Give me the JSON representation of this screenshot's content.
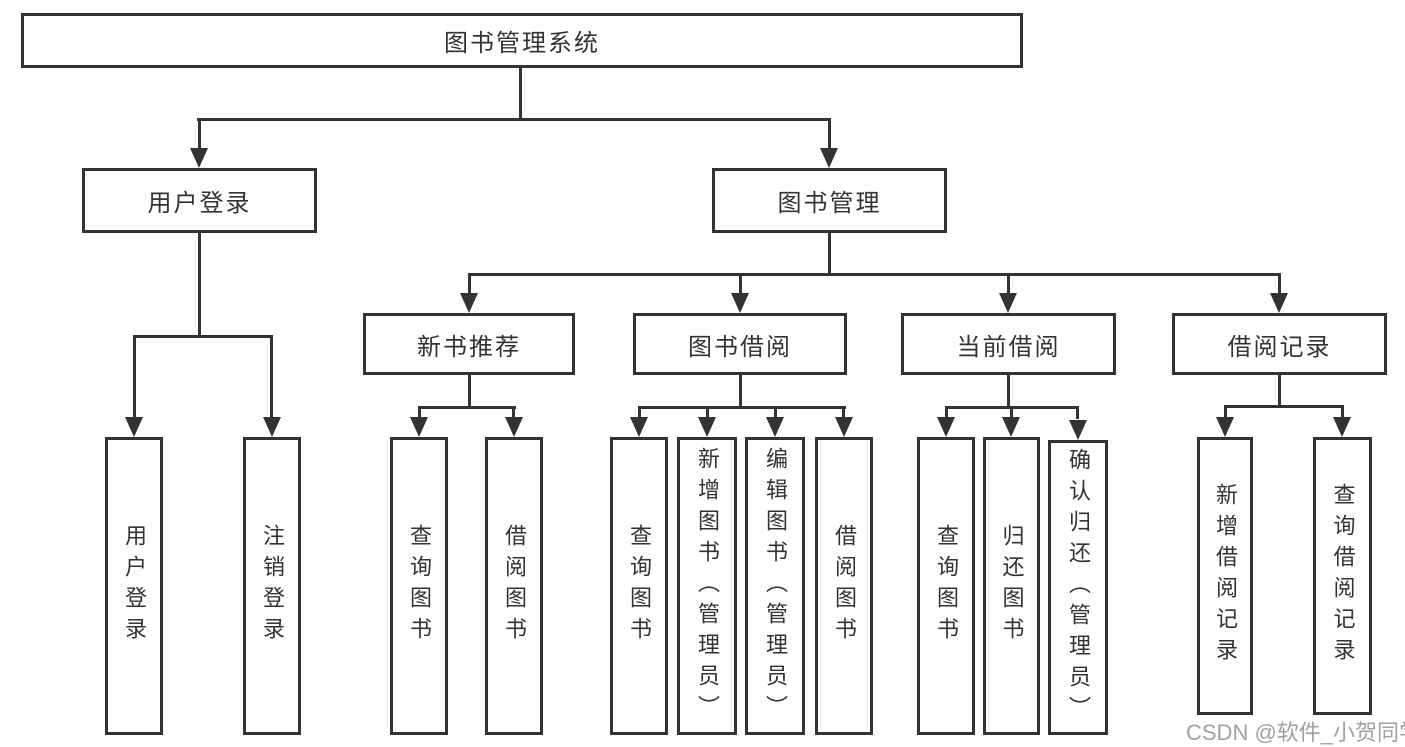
{
  "diagram": {
    "type": "tree",
    "title": "图书管理系统"
  },
  "nodes": {
    "root": "图书管理系统",
    "user_login": "用户登录",
    "book_mgmt": "图书管理",
    "user_login_sub": [
      "用户登录",
      "注销登录"
    ],
    "book_mgmt_sub": [
      "新书推荐",
      "图书借阅",
      "当前借阅",
      "借阅记录"
    ],
    "new_books_sub": [
      "查询图书",
      "借阅图书"
    ],
    "book_borrow_sub": [
      "查询图书",
      "新增图书（管理员）",
      "编辑图书（管理员）",
      "借阅图书"
    ],
    "current_borrow_sub": [
      "查询图书",
      "归还图书",
      "确认归还（管理员）"
    ],
    "borrow_records_sub": [
      "新增借阅记录",
      "查询借阅记录"
    ]
  },
  "colors": {
    "line": "#333333",
    "text": "#333333",
    "background": "#ffffff",
    "watermark": "#9a9a9a"
  },
  "watermark": "CSDN @软件_小贺同学"
}
